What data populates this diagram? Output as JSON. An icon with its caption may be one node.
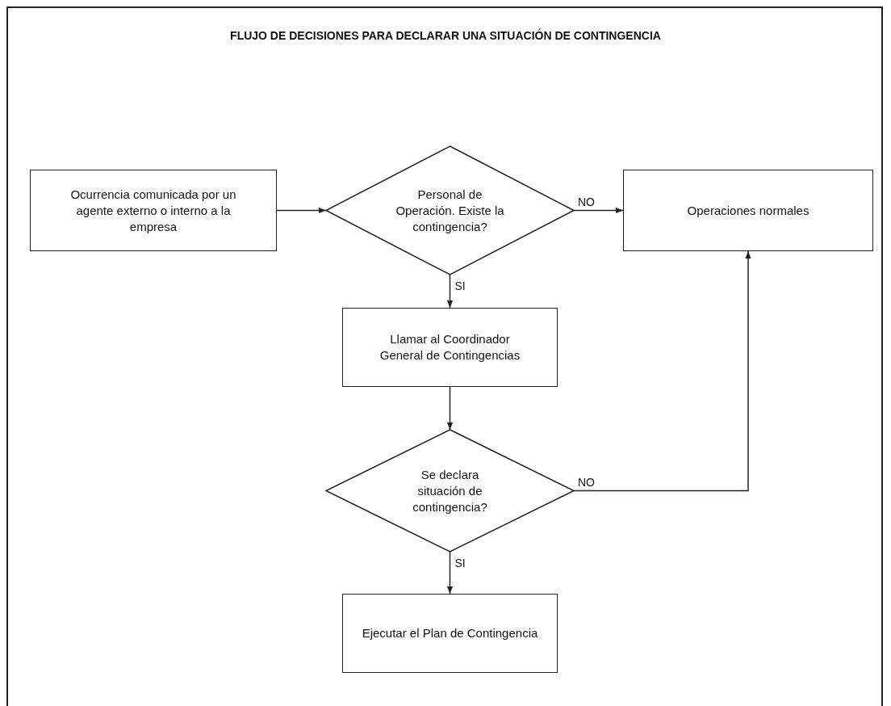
{
  "diagram": {
    "title": "FLUJO DE DECISIONES PARA DECLARAR UNA SITUACIÓN DE CONTINGENCIA",
    "nodes": [
      {
        "text": [
          "Ocurrencia comunicada por un agente externo o interno a la empresa"
        ]
      },
      {
        "text": [
          "Personal de Operación. Existe la contingencia?"
        ]
      },
      {
        "text": [
          "Operaciones normales"
        ]
      },
      {
        "text": [
          "Llamar al Coordinador General de Contingencias"
        ]
      },
      {
        "text": [
          "Se declara situación de contingencia?"
        ]
      },
      {
        "text": [
          "Ejecutar el Plan de Contingencia"
        ]
      }
    ],
    "edges": [
      {
        "from": 0,
        "to": 1,
        "arrow": "to"
      },
      {
        "from": 1,
        "to": 2,
        "arrow": "to",
        "label": "NO"
      },
      {
        "from": 1,
        "to": 3,
        "arrow": "to",
        "label": "SI"
      },
      {
        "from": 3,
        "to": 4,
        "arrow": "to"
      },
      {
        "from": 4,
        "to": 2,
        "arrow": "to",
        "label": "NO"
      },
      {
        "from": 4,
        "to": 5,
        "arrow": "to",
        "label": "SI"
      }
    ]
  }
}
